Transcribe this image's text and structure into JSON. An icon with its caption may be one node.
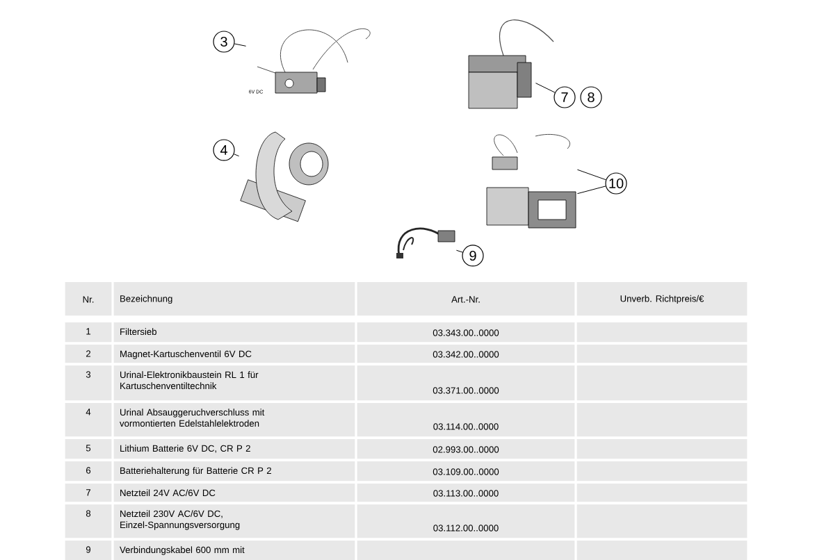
{
  "diagram": {
    "nodes": [
      {
        "text": [
          "3"
        ]
      },
      {
        "text": [],
        "shape": "picture"
      },
      {
        "text": [
          "4"
        ]
      },
      {
        "text": [],
        "shape": "picture"
      },
      {
        "text": [],
        "shape": "picture"
      },
      {
        "text": [
          "7"
        ]
      },
      {
        "text": [
          "8"
        ]
      },
      {
        "text": [],
        "shape": "picture"
      },
      {
        "text": [],
        "shape": "picture"
      },
      {
        "text": [
          "10"
        ]
      },
      {
        "text": [],
        "shape": "picture"
      },
      {
        "text": [
          "9"
        ]
      }
    ],
    "edges": [
      {
        "from": 0,
        "to": 1,
        "arrow": "none"
      },
      {
        "from": 2,
        "to": 3,
        "arrow": "none"
      },
      {
        "from": 5,
        "to": 4,
        "arrow": "none"
      },
      {
        "from": 9,
        "to": 7,
        "arrow": "none"
      },
      {
        "from": 9,
        "to": 8,
        "arrow": "none"
      },
      {
        "from": 11,
        "to": 10,
        "arrow": "none"
      }
    ],
    "labels": [
      "6V DC",
      "Nr.",
      "Bezeichnung",
      "Art.-Nr.",
      "Unverb. Richtpreis/€",
      "1",
      "Filtersieb",
      "03.343.00..0000",
      "2",
      "Magnet-Kartuschenventil 6V DC",
      "03.342.00..0000",
      "3",
      "Urinal-Elektronikbaustein RL 1 für Kartuschenventiltechnik",
      "03.371.00..0000",
      "4",
      "Urinal Absauggeruchverschluss mit vormontierten Edelstahlelektroden",
      "03.114.00..0000",
      "5",
      "Lithium Batterie 6V DC, CR P 2",
      "02.993.00..0000",
      "6",
      "Batteriehalterung für Batterie CR P 2",
      "03.109.00..0000",
      "7",
      "Netzteil 24V AC/6V DC",
      "03.113.00..0000",
      "8",
      "Netzteil 230V AC/6V DC, Einzel-Spannungsversorgung",
      "03.112.00..0000",
      "9",
      "Verbindungskabel 600 mm mit"
    ]
  }
}
